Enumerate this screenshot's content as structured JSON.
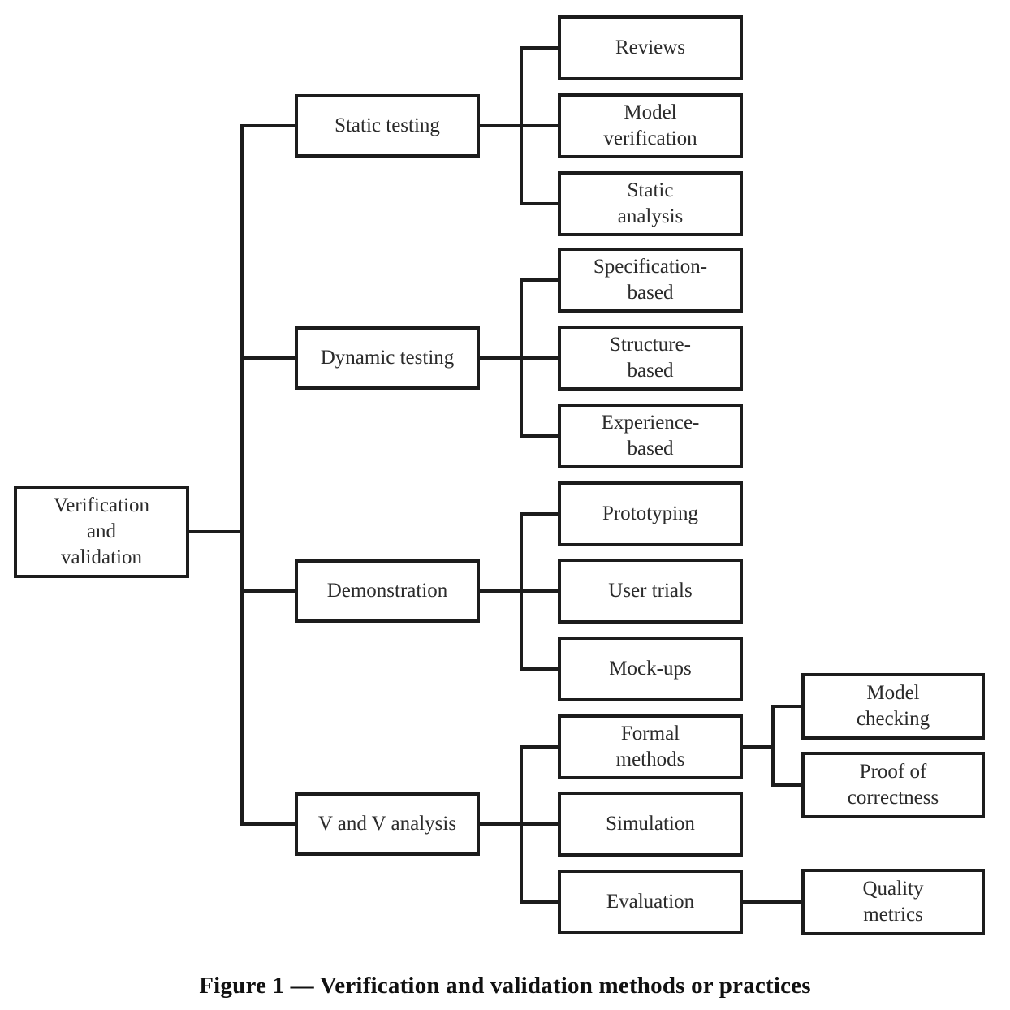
{
  "caption": "Figure 1 — Verification and validation methods or practices",
  "colors": {
    "ink": "#1c1c1c",
    "background": "#ffffff"
  },
  "tree": {
    "root": {
      "label": "Verification\nand\nvalidation"
    },
    "branches": [
      {
        "label": "Static testing",
        "children": [
          {
            "label": "Reviews"
          },
          {
            "label": "Model\nverification"
          },
          {
            "label": "Static\nanalysis"
          }
        ]
      },
      {
        "label": "Dynamic testing",
        "children": [
          {
            "label": "Specification-\nbased"
          },
          {
            "label": "Structure-\nbased"
          },
          {
            "label": "Experience-\nbased"
          }
        ]
      },
      {
        "label": "Demonstration",
        "children": [
          {
            "label": "Prototyping"
          },
          {
            "label": "User trials"
          },
          {
            "label": "Mock-ups"
          }
        ]
      },
      {
        "label": "V and V analysis",
        "children": [
          {
            "label": "Formal\nmethods",
            "children": [
              {
                "label": "Model\nchecking"
              },
              {
                "label": "Proof of\ncorrectness"
              }
            ]
          },
          {
            "label": "Simulation"
          },
          {
            "label": "Evaluation",
            "children": [
              {
                "label": "Quality\nmetrics"
              }
            ]
          }
        ]
      }
    ]
  }
}
